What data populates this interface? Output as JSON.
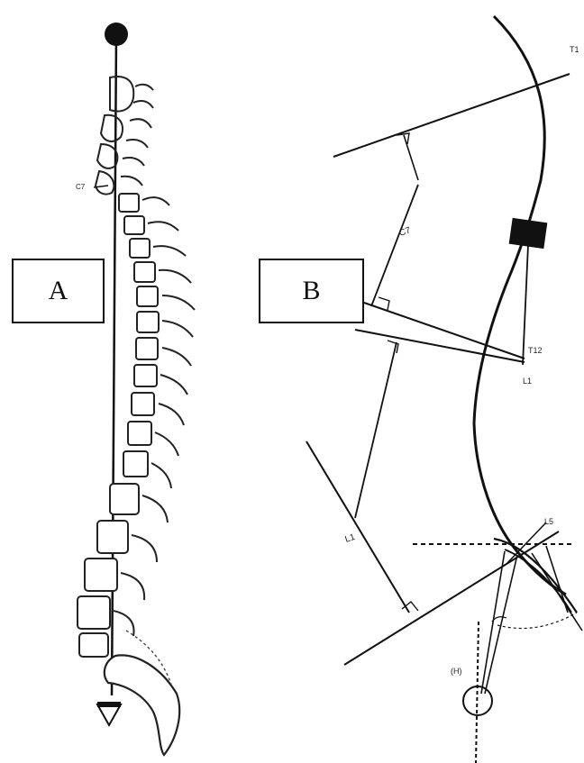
{
  "panel_a": {
    "label": "A",
    "annotations": {
      "c7": "C7"
    }
  },
  "panel_b": {
    "label": "B",
    "annotations": {
      "c7": "C7",
      "t12": "T12",
      "l1_upper": "L1",
      "l1_lower": "L1",
      "l5": "L5",
      "t1": "T1",
      "hip": "(H)"
    }
  },
  "colors": {
    "ink": "#111111",
    "paper": "#ffffff"
  }
}
